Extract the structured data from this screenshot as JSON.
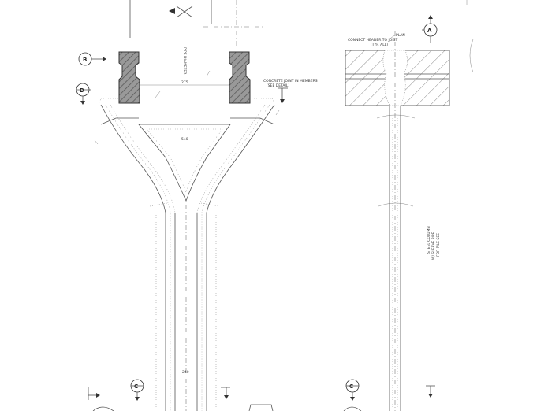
{
  "section_markers": {
    "a": "A",
    "b": "B",
    "c_left": "C",
    "c_right": "C",
    "d": "D"
  },
  "notes": {
    "plan": "PLAN",
    "connector_top": "CONNECT HEADER TO JOIST",
    "connector_top_sub": "(TYP. ALL)",
    "concrete_note": "CONCRETE JOINT IN MEMBERS",
    "concrete_note_sub": "(SEE DETAIL)",
    "vertical_left": "PIPE DIAMETER",
    "vertical_right_1": "STEEL COLUMN",
    "vertical_right_2": "W/ SLEEVE PIPE",
    "vertical_right_3": "FOR PILE SEE",
    "dim_span": "275",
    "dim_mid": "540",
    "dim_bottom": "240"
  }
}
